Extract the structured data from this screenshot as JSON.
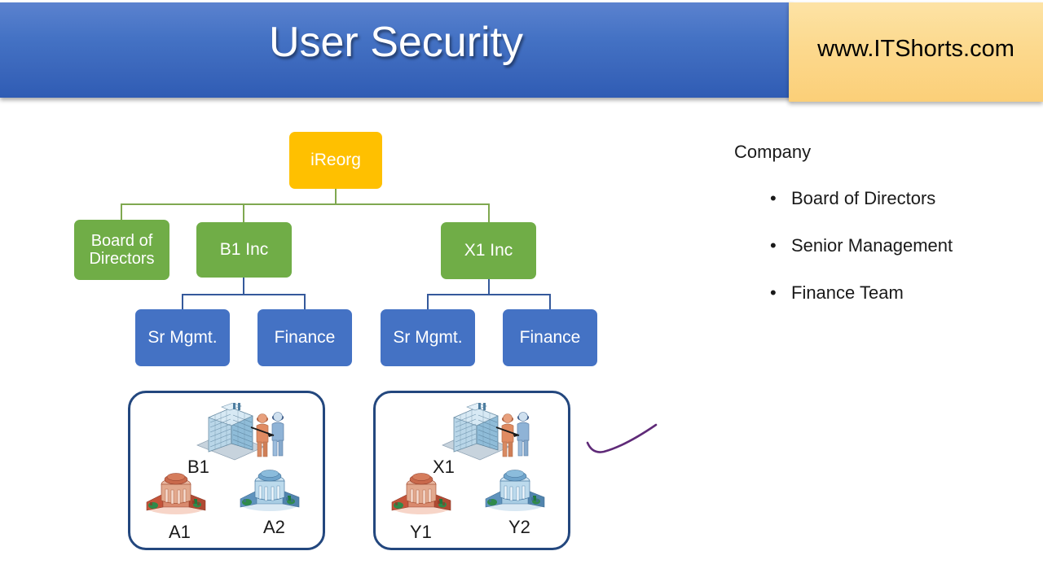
{
  "header": {
    "title": "User Security",
    "site": "www.ITShorts.com",
    "blue_color": "#4472c4",
    "yellow_color": "#fcd98e"
  },
  "org_chart": {
    "root": {
      "label": "iReorg",
      "color": "#ffc000"
    },
    "level2": [
      {
        "label": "Board of Directors",
        "color": "#70ad47"
      },
      {
        "label": "B1 Inc",
        "color": "#70ad47"
      },
      {
        "label": "X1 Inc",
        "color": "#70ad47"
      }
    ],
    "level3": [
      {
        "label": "Sr Mgmt.",
        "parent": "B1 Inc",
        "color": "#4472c4"
      },
      {
        "label": "Finance",
        "parent": "B1 Inc",
        "color": "#4472c4"
      },
      {
        "label": "Sr Mgmt.",
        "parent": "X1 Inc",
        "color": "#4472c4"
      },
      {
        "label": "Finance",
        "parent": "X1 Inc",
        "color": "#4472c4"
      }
    ],
    "connector_green": "#7fa850",
    "connector_blue": "#35599b"
  },
  "groups": [
    {
      "name": "b-group",
      "border_color": "#23477e",
      "items": [
        {
          "label": "B1",
          "icon": "office-tower-handshake-icon"
        },
        {
          "label": "A1",
          "icon": "red-building-icon"
        },
        {
          "label": "A2",
          "icon": "blue-building-icon"
        }
      ]
    },
    {
      "name": "x-group",
      "border_color": "#23477e",
      "items": [
        {
          "label": "X1",
          "icon": "office-tower-handshake-icon"
        },
        {
          "label": "Y1",
          "icon": "red-building-icon"
        },
        {
          "label": "Y2",
          "icon": "blue-building-icon"
        }
      ]
    }
  ],
  "annotation": {
    "shape": "purple-check-curve",
    "color": "#5f2a78"
  },
  "right_panel": {
    "title": "Company",
    "bullet_char": "•",
    "bullets": [
      "Board of Directors",
      "Senior Management",
      "Finance Team"
    ]
  }
}
